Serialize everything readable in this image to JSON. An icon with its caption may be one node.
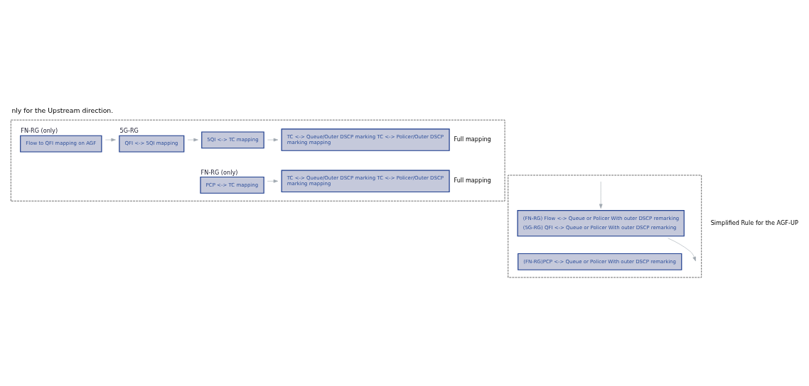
{
  "diagram": {
    "title": "nly for the Upstream direction.",
    "nodes": [
      {
        "text": [],
        "shape": "box"
      },
      {
        "text": [],
        "shape": "box"
      },
      {
        "text": [
          "FN-RG (only)",
          "Flow to QFI mapping on AGF"
        ],
        "in": 0
      },
      {
        "text": [
          "5G-RG",
          "QFI <-> 5QI mapping"
        ],
        "in": 0
      },
      {
        "text": [
          "5QI <-> TC mapping"
        ],
        "in": 0
      },
      {
        "text": [
          "TC <-> Queue/Outer DSCP marking TC <-> Policer/Outer DSCP marking mapping"
        ],
        "in": 0,
        "beside": [
          "Full mapping"
        ]
      },
      {
        "text": [
          "FN-RG (only)",
          "PCP <-> TC mapping"
        ],
        "in": 0
      },
      {
        "text": [
          "TC <-> Queue/Outer DSCP marking TC <-> Policer/Outer DSCP marking mapping"
        ],
        "in": 0,
        "beside": [
          "Full mapping"
        ]
      },
      {
        "text": [
          "(FN-RG) Flow <-> Queue or Policer With outer DSCP remarking",
          "(5G-RG) QFI <-> Queue or Policer With outer DSCP remarking"
        ],
        "in": 1
      },
      {
        "text": [
          "(FN-RG)PCP <-> Queue or Policer With outer DSCP remarking"
        ],
        "in": 1
      }
    ],
    "edges": [
      {
        "from": 2,
        "to": 3,
        "arrow": "to"
      },
      {
        "from": 3,
        "to": 4,
        "arrow": "to"
      },
      {
        "from": 4,
        "to": 5,
        "arrow": "to"
      },
      {
        "from": 6,
        "to": 7,
        "arrow": "to"
      },
      {
        "from": 8,
        "to": null,
        "arrow": "to"
      },
      {
        "from": null,
        "to": 8,
        "arrow": "to"
      }
    ],
    "labels": [
      "Simplified Rule for the AGF-UP"
    ]
  }
}
